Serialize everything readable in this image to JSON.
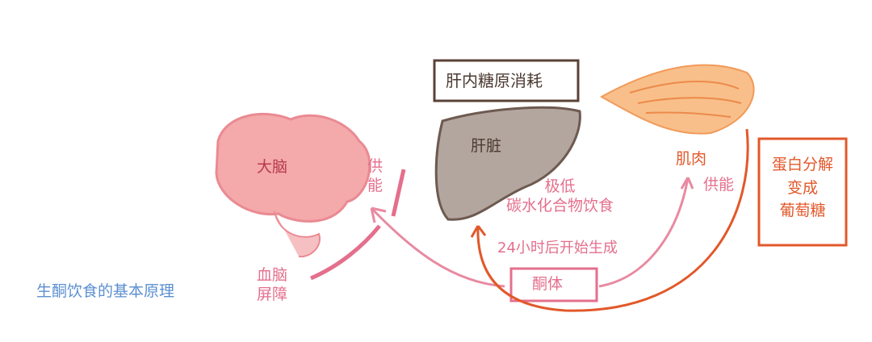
{
  "title": "生酮饮食的基本原理",
  "liver_box": "肝内糖原消耗",
  "liver": "肝脏",
  "brain": "大脑",
  "brain_supply": "供\n能",
  "bbb": "血脑\n屏障",
  "diet": "极低\n碳水化合物饮食",
  "time": "24小时后开始生成",
  "ketone": "酮体",
  "muscle": "肌肉",
  "muscle_supply": "供能",
  "protein_box": "蛋白分解\n变成\n葡萄糖",
  "colors": {
    "pink": "#e46f8c",
    "orange": "#e2582a",
    "brown": "#5b4238",
    "blue": "#5b8fd0",
    "brain": "#f3a6aa",
    "liver": "#a89a92",
    "muscle": "#f5b37a"
  }
}
